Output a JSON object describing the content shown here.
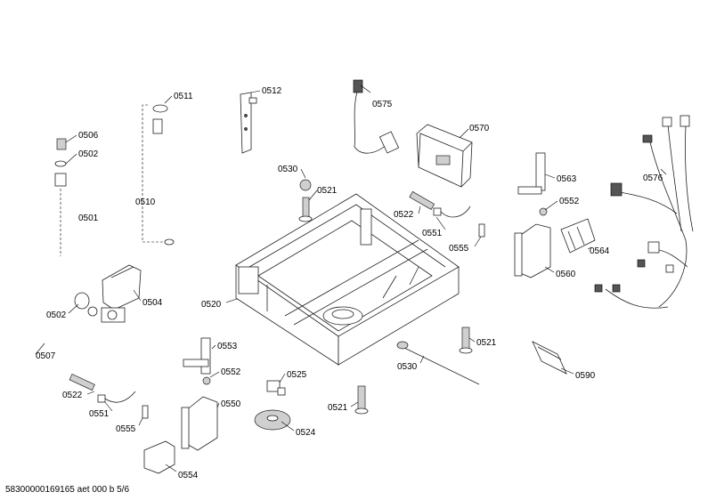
{
  "footer": "58300000169165 aet 000 b 5/6",
  "labels": {
    "p0511": "0511",
    "p0512": "0512",
    "p0575": "0575",
    "p0570": "0570",
    "p0506": "0506",
    "p0502a": "0502",
    "p0530a": "0530",
    "p0521a": "0521",
    "p0510": "0510",
    "p0501": "0501",
    "p0522a": "0522",
    "p0551a": "0551",
    "p0555a": "0555",
    "p0563": "0563",
    "p0552a": "0552",
    "p0576": "0576",
    "p0564": "0564",
    "p0560": "0560",
    "p0504": "0504",
    "p0520": "0520",
    "p0502b": "0502",
    "p0507": "0507",
    "p0553": "0553",
    "p0552b": "0552",
    "p0521b": "0521",
    "p0530b": "0530",
    "p0590": "0590",
    "p0525": "0525",
    "p0522b": "0522",
    "p0551b": "0551",
    "p0550": "0550",
    "p0521c": "0521",
    "p0555b": "0555",
    "p0524": "0524",
    "p0554": "0554"
  }
}
